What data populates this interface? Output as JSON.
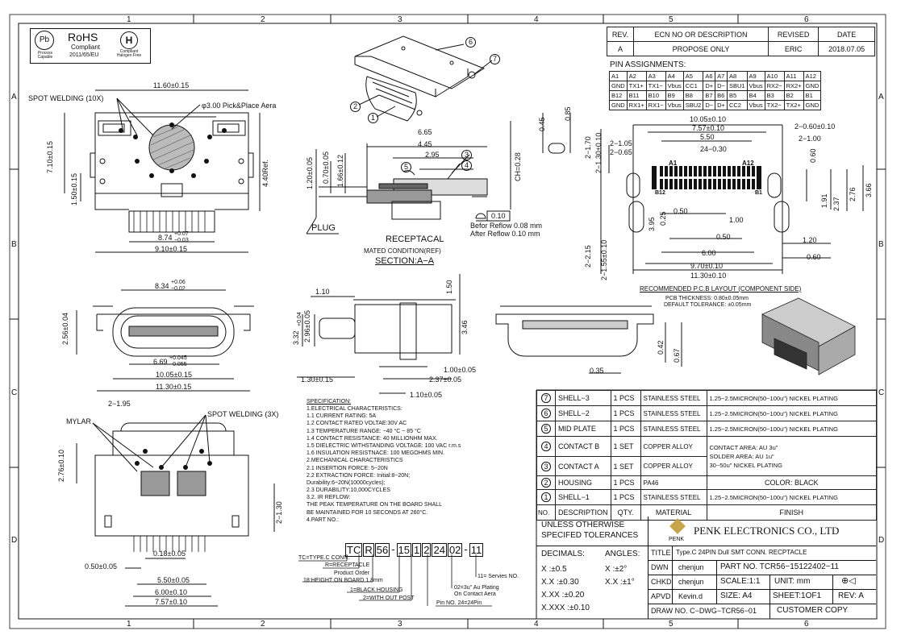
{
  "frame": {
    "cols": [
      "1",
      "2",
      "3",
      "4",
      "5",
      "6"
    ],
    "rows": [
      "A",
      "B",
      "C",
      "D"
    ]
  },
  "revision": {
    "headers": [
      "REV.",
      "ECN NO OR DESCRIPTION",
      "REVISED",
      "DATE"
    ],
    "row": [
      "A",
      "PROPOSE ONLY",
      "ERIC",
      "2018.07.05"
    ]
  },
  "logos": {
    "rohs_title": "RoHS",
    "rohs_sub1": "Compliant",
    "rohs_sub2": "2011/65/EU",
    "pb_label": "Process Capable",
    "halogen_label": "Compliant Halogen Free"
  },
  "pin_assignments": {
    "title": "PIN ASSIGNMENTS:",
    "rows": [
      [
        "A1",
        "A2",
        "A3",
        "A4",
        "A5",
        "A6",
        "A7",
        "A8",
        "A9",
        "A10",
        "A11",
        "A12"
      ],
      [
        "GND",
        "TX1+",
        "TX1−",
        "Vbus",
        "CC1",
        "D+",
        "D−",
        "SBU1",
        "Vbus",
        "RX2−",
        "RX2+",
        "GND"
      ],
      [
        "B12",
        "B11",
        "B10",
        "B9",
        "B8",
        "B7",
        "B6",
        "B5",
        "B4",
        "B3",
        "B2",
        "B1"
      ],
      [
        "GND",
        "RX1+",
        "RX1−",
        "Vbus",
        "SBU2",
        "D−",
        "D+",
        "CC2",
        "Vbus",
        "TX2−",
        "TX2+",
        "GND"
      ]
    ]
  },
  "top_view": {
    "spot_welding": "SPOT WELDING  (10X)",
    "pick_place": "φ3.00  Pick&Place  Aera",
    "dim_width": "11.60±0.15",
    "dim_h1": "7.10±0.15",
    "dim_h2": "1.50±0.15",
    "dim_ref": "4.40Ref.",
    "dim_b1": "8.74",
    "dim_b1_tol_up": "+0.07",
    "dim_b1_tol_dn": "−0.03",
    "dim_b2": "9.10±0.15"
  },
  "section": {
    "d1": "6.65",
    "d2": "4.45",
    "d3": "2.95",
    "ch": "CH=0.28",
    "v1": "1.20±0.05",
    "v2": "0.70±0.05",
    "v3": "1.66±0.12",
    "plug": "PLUG",
    "flat": "0.10",
    "before": "Befor Reflow 0.08 mm",
    "after": "After Reflow 0.10 mm",
    "receptacal": "RECEPTACAL",
    "mated": "MATED CONDITION(REF)",
    "section_title": "SECTION:A−A",
    "callouts": [
      "1",
      "2",
      "3",
      "4",
      "5",
      "6",
      "7"
    ],
    "slot_w": "0.45",
    "slot_h": "0.85"
  },
  "pcb": {
    "d_total": "10.05±0.10",
    "d_757": "7.57±0.10",
    "d_550": "5.50",
    "d_24": "24−0.30",
    "d_060a": "2−0.60±0.10",
    "d_100": "2−1.00",
    "d_105": "2−1.05",
    "d_065": "2−0.65",
    "d_170": "2−1.70",
    "d_130": "2−1.30±0.10",
    "d_060b": "0.60",
    "d_191": "1.91",
    "d_237": "2.37",
    "d_276": "2.76",
    "d_366": "3.66",
    "d_395": "3.95",
    "d_025": "0.25",
    "d_050": "0.50",
    "d_100b": "1.00",
    "d_050b": "0.50",
    "d_120": "1.20",
    "d_215": "2−2.15",
    "d_155": "2−1.55±0.10",
    "d_600": "6.00",
    "d_060c": "0.60",
    "d_970": "9.70±0.10",
    "d_1130": "11.30±0.10",
    "a1": "A1",
    "a12": "A12",
    "b12": "B12",
    "b1": "B1",
    "title": "RECOMMENDED  P.C.B  LAYOUT  (COMPONENT  SIDE)",
    "thickness": "PCB THICKNESS: 0.80±0.05mm",
    "tolerance": "DEFAULT TOLERANCE: ±0.05mm"
  },
  "front_view": {
    "d_834": "8.34",
    "d_834_up": "+0.06",
    "d_834_dn": "−0.02",
    "d_256": "2.56±0.04",
    "d_669": "6.69",
    "d_669_up": "+0.045",
    "d_669_dn": "−0.055",
    "d_1005": "10.05±0.15",
    "d_1130": "11.30±0.15"
  },
  "side_view": {
    "d_110": "1.10",
    "d_150": "1.50",
    "d_332": "3.32",
    "d_332_up": "+0.04",
    "d_332_dn": "−0.06",
    "d_296": "2.96±0.05",
    "d_346": "3.46",
    "d_100": "1.00±0.05",
    "d_130": "1.30±0.15",
    "d_237": "2.37±0.05",
    "d_110b": "1.10±0.05"
  },
  "back_view": {
    "d_042": "0.42",
    "d_067": "0.67",
    "d_035": "0.35"
  },
  "bottom_view": {
    "mylar": "MYLAR",
    "d_195": "2−1.95",
    "spot": "SPOT  WELDING  (3X)",
    "d_276": "2.76±0.10",
    "d_130": "2−1.30",
    "d_018": "0.18±0.05",
    "d_050": "0.50±0.05",
    "d_550": "5.50±0.05",
    "d_600": "6.00±0.10",
    "d_757": "7.57±0.10"
  },
  "spec": {
    "lines": [
      "SPECIFICATION:",
      "1.ELECTRICAL CHARACTERISTICS:",
      "1.1  CURRENT RATING: 5A",
      "1.2  CONTACT RATED VOLTAE:30V AC",
      "1.3  TEMPERATURE RANGE: −40 °C ~ 85 °C",
      "1.4  CONTACT RESISTANCE: 40 MILLIONHM MAX.",
      "1.5  DIELECTRIC WITHSTANDING VOLTAGE: 100 VAC r.m.s",
      "1.6  INSULATION RESISTNACE: 100 MEGOHMS MIN.",
      "2.MECHANICAL CHARACTERISTICS",
      "2.1  INSERTION FORCE: 5~20N",
      "2.2  EXTRACTION FORCE: Initial:8~20N;",
      "Durability:6~20N(10000cycles);",
      "2.3  DURABILITY:10,000CYCLES",
      "3.2.  IR REFLOW:",
      "       THE PEAK TEMPERATURE ON THE BOARD SHALL",
      "       BE MAINTAINED FOR 10 SECONDS AT 260°C.",
      "4.PART NO.:"
    ]
  },
  "part_no": {
    "boxes": [
      "TC",
      "R",
      "56",
      "-",
      "15",
      "1",
      "2",
      "24",
      "02",
      "-",
      "11"
    ],
    "notes": [
      "TC=TYPE.C  CONN.",
      "R=RECEPTACLE",
      "Product  Order",
      "18:HEIGHT  ON  BOARD  1.8mm",
      "1=BLACK  HOUSING",
      "2=WITH  OUT  POST",
      "Pin  NO.  24=24Pin",
      "02=3u\"  Au  Plating",
      "On  Contact  Aera",
      "11=  Servies  NO."
    ]
  },
  "bom": {
    "header": [
      "NO.",
      "DESCRIPTION",
      "QTY.",
      "MATERIAL",
      "FINISH"
    ],
    "rows": [
      {
        "no": "7",
        "desc": "SHELL−3",
        "qty": "1 PCS",
        "mat": "STAINLESS STEEL",
        "finish": "1.25~2.5MICRON(50~100u\")  NICKEL PLATING"
      },
      {
        "no": "6",
        "desc": "SHELL−2",
        "qty": "1 PCS",
        "mat": "STAINLESS STEEL",
        "finish": "1.25~2.5MICRON(50~100u\")  NICKEL PLATING"
      },
      {
        "no": "5",
        "desc": "MID PLATE",
        "qty": "1 PCS",
        "mat": "STAINLESS STEEL",
        "finish": "1.25~2.5MICRON(50~100u\")  NICKEL PLATING"
      },
      {
        "no": "4",
        "desc": "CONTACT B",
        "qty": "1 SET",
        "mat": "COPPER ALLOY",
        "finish": "CONTACT AREA: AU 3u\""
      },
      {
        "no": "3",
        "desc": "CONTACT A",
        "qty": "1 SET",
        "mat": "COPPER ALLOY",
        "finish": "SOLDER AREA: AU 1u\""
      },
      {
        "no": "2",
        "desc": "HOUSING",
        "qty": "1 PCS",
        "mat": "PA46",
        "finish": "COLOR:  BLACK"
      },
      {
        "no": "1",
        "desc": "SHELL−1",
        "qty": "1 PCS",
        "mat": "STAINLESS STEEL",
        "finish": "1.25~2.5MICRON(50~100u\")  NICKEL PLATING"
      }
    ],
    "contact_finish_3": "30~50u\"  NICKEL PLATING"
  },
  "title_block": {
    "tol_title1": "UNLESS  OTHERWISE",
    "tol_title2": "SPECIFED  TOLERANCES",
    "decimals": "DECIMALS:",
    "angles": "ANGLES:",
    "x": "X      :±0.5",
    "xx": "X.X    :±0.30",
    "xxx": "X.XX   :±0.20",
    "xxxx": "X.XXX :±0.10",
    "ang1": "X    :±2°",
    "ang2": "X.X  :±1°",
    "company": "PENK  ELECTRONICS  CO.,  LTD",
    "logo_text": "PENK",
    "title_label": "TITLE",
    "title_value": "Type.C  24PIN  Dull  SMT    CONN.  RECPTACLE",
    "dwn_label": "DWN",
    "dwn_value": "chenjun",
    "partno": "PART  NO.  TCR56−15122402−11",
    "chkd_label": "CHKD",
    "chkd_value": "chenjun",
    "scale": "SCALE:1:1",
    "unit": "UNIT:    mm",
    "apvd_label": "APVD",
    "apvd_value": "Kevin.d",
    "size": "SIZE:  A4",
    "sheet": "SHEET:1OF1",
    "rev": "REV:  A",
    "draw_no": "DRAW  NO.  C−DWG−TCR56−01",
    "customer": "CUSTOMER  COPY"
  }
}
